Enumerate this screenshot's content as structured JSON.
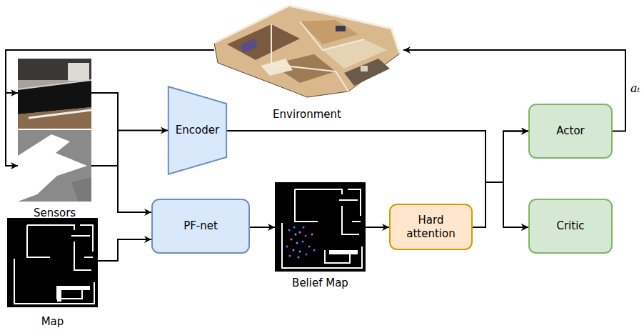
{
  "diagram": {
    "nodes": [
      {
        "text": [
          "Environment"
        ]
      },
      {
        "text": [
          "Sensors"
        ]
      },
      {
        "text": [
          "Map"
        ]
      },
      {
        "text": [
          "Encoder"
        ]
      },
      {
        "text": [
          "PF-net"
        ]
      },
      {
        "text": [
          "Belief Map"
        ]
      },
      {
        "text": [
          "Hard attention"
        ]
      },
      {
        "text": [
          "Actor"
        ]
      },
      {
        "text": [
          "Critic"
        ]
      }
    ],
    "edges": [
      {
        "from": 0,
        "to": 1,
        "arrow": "to"
      },
      {
        "from": 1,
        "to": 3,
        "arrow": "to"
      },
      {
        "from": 1,
        "to": 4,
        "arrow": "to"
      },
      {
        "from": 2,
        "to": 4,
        "arrow": "to"
      },
      {
        "from": 4,
        "to": 5,
        "arrow": "to"
      },
      {
        "from": 5,
        "to": 6,
        "arrow": "to"
      },
      {
        "from": 3,
        "to": 7,
        "arrow": "to"
      },
      {
        "from": 3,
        "to": 8,
        "arrow": "to"
      },
      {
        "from": 6,
        "to": 7,
        "arrow": "to"
      },
      {
        "from": 6,
        "to": 8,
        "arrow": "to"
      },
      {
        "from": 7,
        "to": 0,
        "label": "aₜ",
        "arrow": "to"
      }
    ]
  }
}
